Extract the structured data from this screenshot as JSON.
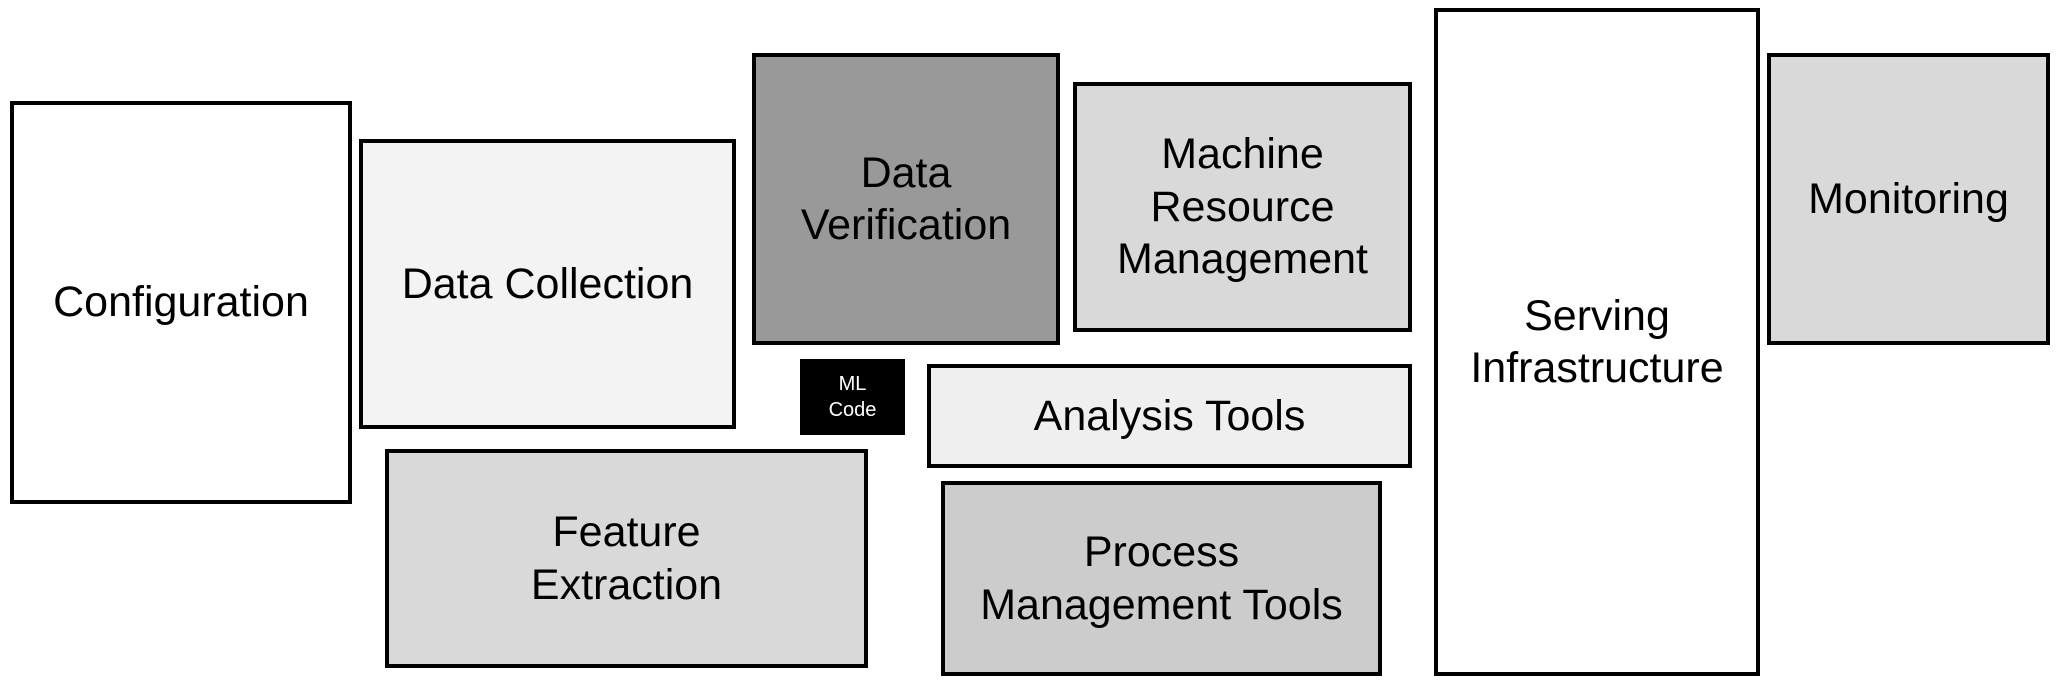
{
  "diagram": {
    "boxes": [
      {
        "id": "configuration",
        "label": "Configuration",
        "fill": "#ffffff"
      },
      {
        "id": "data-collection",
        "label": "Data Collection",
        "fill": "#f3f3f3"
      },
      {
        "id": "feature-extraction",
        "label": "Feature\nExtraction",
        "fill": "#d9d9d9"
      },
      {
        "id": "data-verification",
        "label": "Data\nVerification",
        "fill": "#999999"
      },
      {
        "id": "ml-code",
        "label": "ML\nCode",
        "fill": "#000000"
      },
      {
        "id": "machine-resource-management",
        "label": "Machine\nResource\nManagement",
        "fill": "#d9d9d9"
      },
      {
        "id": "analysis-tools",
        "label": "Analysis Tools",
        "fill": "#efefef"
      },
      {
        "id": "process-management-tools",
        "label": "Process\nManagement Tools",
        "fill": "#cccccc"
      },
      {
        "id": "serving-infrastructure",
        "label": "Serving\nInfrastructure",
        "fill": "#ffffff"
      },
      {
        "id": "monitoring",
        "label": "Monitoring",
        "fill": "#d9d9d9"
      }
    ]
  }
}
